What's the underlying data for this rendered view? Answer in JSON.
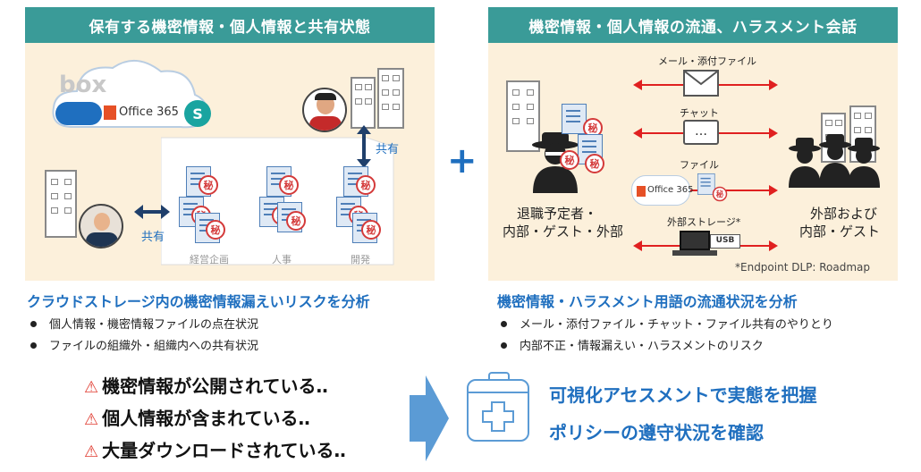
{
  "left_panel": {
    "header": "保有する機密情報・個人情報と共有状態",
    "logos": {
      "box": "box",
      "office": "Office 365",
      "sharepoint": "S"
    },
    "share_label_right": "共有",
    "share_label_left": "共有",
    "folders": [
      "経営企画",
      "人事",
      "開発"
    ],
    "seal_char": "秘",
    "title": "クラウドストレージ内の機密情報漏えいリスクを分析",
    "bullets": [
      "個人情報・機密情報ファイルの点在状況",
      "ファイルの組織外・組織内への共有状況"
    ]
  },
  "plus_symbol": "+",
  "right_panel": {
    "header": "機密情報・個人情報の流通、ハラスメント会話",
    "channels": [
      "メール・添付ファイル",
      "チャット",
      "ファイル",
      "外部ストレージ*"
    ],
    "office_label": "Office 365",
    "usb_label": "USB",
    "chat_dots": "…",
    "insider_label_1": "退職予定者・",
    "insider_label_2": "内部・ゲスト・外部",
    "external_label_1": "外部および",
    "external_label_2": "内部・ゲスト",
    "footnote": "*Endpoint DLP: Roadmap",
    "seal_char": "秘",
    "title": "機密情報・ハラスメント用語の流通状況を分析",
    "bullets": [
      "メール・添付ファイル・チャット・ファイル共有のやりとり",
      "内部不正・情報漏えい・ハラスメントのリスク"
    ]
  },
  "warnings": [
    "機密情報が公開されている‥",
    "個人情報が含まれている‥",
    "大量ダウンロードされている‥"
  ],
  "warning_icon": "⚠",
  "outcomes": [
    "可視化アセスメントで実態を把握",
    "ポリシーの遵守状況を確認"
  ],
  "colors": {
    "header_bg": "#3a9b98",
    "panel_bg": "#fcf0db",
    "accent_blue": "#1f6fbf",
    "alert_red": "#e02020"
  }
}
